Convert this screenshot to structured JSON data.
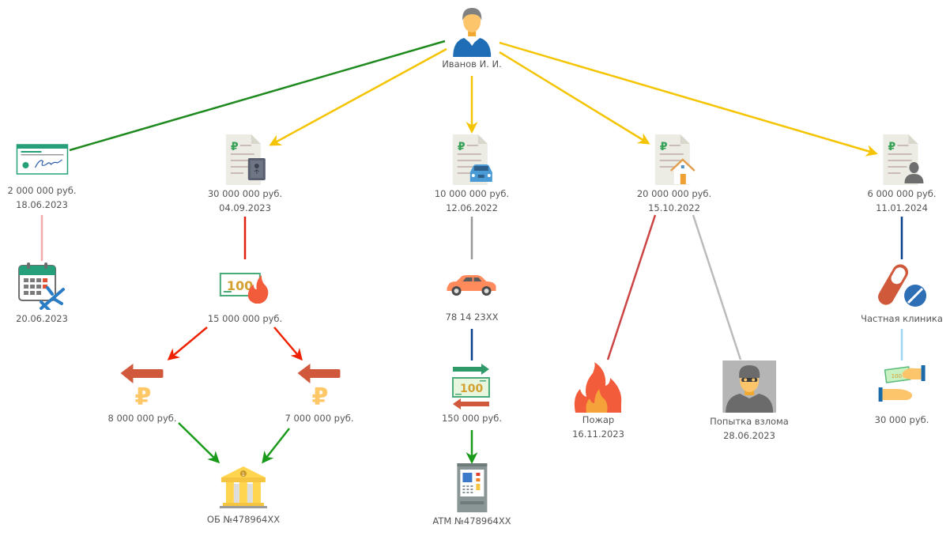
{
  "diagram": {
    "root": {
      "id": "person",
      "label": "Иванов И. И.",
      "icon": "person-icon"
    },
    "nodes": [
      {
        "id": "cheque",
        "icon": "cheque-icon",
        "amount": "2 000 000 руб.",
        "date": "18.06.2023"
      },
      {
        "id": "deposit",
        "icon": "contract-safe-icon",
        "amount": "30 000 000 руб.",
        "date": "04.09.2023"
      },
      {
        "id": "car-loan",
        "icon": "contract-car-icon",
        "amount": "10 000 000 руб.",
        "date": "12.06.2022"
      },
      {
        "id": "mortgage",
        "icon": "contract-house-icon",
        "amount": "20 000 000 руб.",
        "date": "15.10.2022"
      },
      {
        "id": "insurance",
        "icon": "contract-person-icon",
        "amount": "6 000 000 руб.",
        "date": "11.01.2024"
      },
      {
        "id": "trip",
        "icon": "calendar-plane-icon",
        "date": "20.06.2023"
      },
      {
        "id": "burned-money",
        "icon": "burning-money-icon",
        "amount": "15 000 000 руб."
      },
      {
        "id": "withdraw-1",
        "icon": "ruble-out-icon",
        "amount": "8 000 000 руб."
      },
      {
        "id": "withdraw-2",
        "icon": "ruble-out-icon",
        "amount": "7 000 000 руб."
      },
      {
        "id": "bank",
        "icon": "bank-icon",
        "label": "ОБ №478964XX"
      },
      {
        "id": "car",
        "icon": "car-icon",
        "label": "78 14 23XX"
      },
      {
        "id": "exchange",
        "icon": "money-exchange-icon",
        "amount": "150 000 руб."
      },
      {
        "id": "atm",
        "icon": "atm-icon",
        "label": "ATM №478964XX"
      },
      {
        "id": "fire",
        "icon": "fire-icon",
        "label": "Пожар",
        "date": "16.11.2023"
      },
      {
        "id": "burglary",
        "icon": "burglar-icon",
        "label": "Попытка взлома",
        "date": "28.06.2023"
      },
      {
        "id": "clinic",
        "icon": "pills-icon",
        "label": "Частная клиника"
      },
      {
        "id": "bribe",
        "icon": "bribe-icon",
        "amount": "30 000 руб."
      }
    ],
    "edges": [
      {
        "from": "person",
        "to": "cheque",
        "color": "#1e8a1e",
        "arrow": false
      },
      {
        "from": "person",
        "to": "deposit",
        "color": "#f5c400",
        "arrow": true
      },
      {
        "from": "person",
        "to": "car-loan",
        "color": "#f5c400",
        "arrow": true
      },
      {
        "from": "person",
        "to": "mortgage",
        "color": "#f5c400",
        "arrow": true
      },
      {
        "from": "person",
        "to": "insurance",
        "color": "#f5c400",
        "arrow": true
      },
      {
        "from": "cheque",
        "to": "trip",
        "color": "#f2a9a9",
        "arrow": false
      },
      {
        "from": "deposit",
        "to": "burned-money",
        "color": "#e02010",
        "arrow": false
      },
      {
        "from": "burned-money",
        "to": "withdraw-1",
        "color": "#ee2200",
        "arrow": true
      },
      {
        "from": "burned-money",
        "to": "withdraw-2",
        "color": "#ee2200",
        "arrow": true
      },
      {
        "from": "withdraw-1",
        "to": "bank",
        "color": "#1a9a1a",
        "arrow": true
      },
      {
        "from": "withdraw-2",
        "to": "bank",
        "color": "#1a9a1a",
        "arrow": true
      },
      {
        "from": "car-loan",
        "to": "car",
        "color": "#999999",
        "arrow": false
      },
      {
        "from": "car",
        "to": "exchange",
        "color": "#0a3f8a",
        "arrow": false
      },
      {
        "from": "exchange",
        "to": "atm",
        "color": "#1a9a1a",
        "arrow": true
      },
      {
        "from": "mortgage",
        "to": "fire",
        "color": "#cc4444",
        "arrow": false
      },
      {
        "from": "mortgage",
        "to": "burglary",
        "color": "#bbbbbb",
        "arrow": false
      },
      {
        "from": "insurance",
        "to": "clinic",
        "color": "#0a3f8a",
        "arrow": false
      },
      {
        "from": "clinic",
        "to": "bribe",
        "color": "#9fd6f5",
        "arrow": false
      }
    ]
  }
}
